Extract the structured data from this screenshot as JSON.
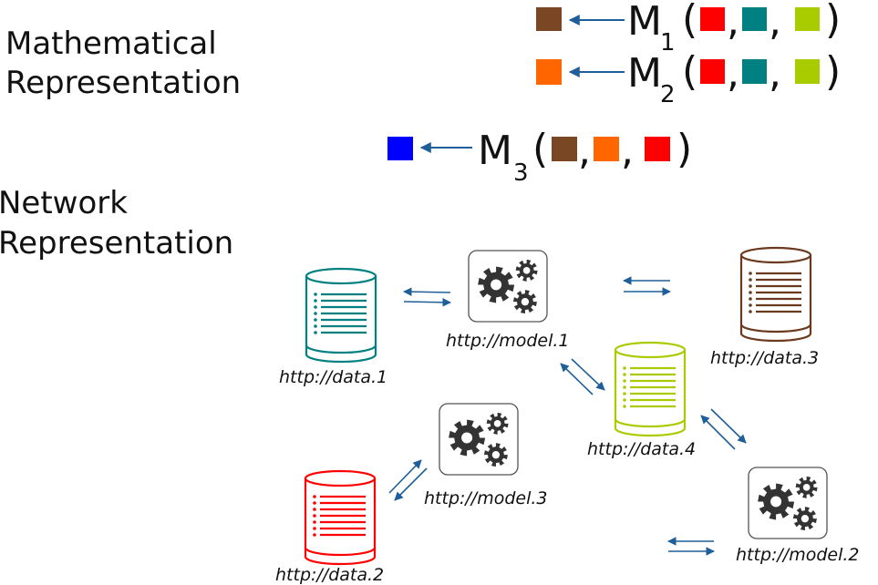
{
  "labels": {
    "math_line1": "Mathematical",
    "math_line2": "Representation",
    "net_line1": "Network",
    "net_line2": "Representation"
  },
  "colors": {
    "data1": "#008080",
    "data2": "#ff0000",
    "data3": "#6b3a1e",
    "data4": "#a8cc00",
    "output1": "#7a4724",
    "output2": "#ff6600",
    "output3": "#0000ff",
    "arrow": "#1f5f99",
    "gear": "#333333"
  },
  "equations": [
    {
      "model": "M",
      "index": "1",
      "output_color": "output1",
      "inputs": [
        "data2",
        "data1",
        "data4"
      ]
    },
    {
      "model": "M",
      "index": "2",
      "output_color": "output2",
      "inputs": [
        "data2",
        "data1",
        "data4"
      ]
    },
    {
      "model": "M",
      "index": "3",
      "output_color": "output3",
      "inputs": [
        "output1",
        "output2",
        "data2"
      ]
    }
  ],
  "nodes": {
    "data1": {
      "label": "http://data.1",
      "kind": "data",
      "color": "data1"
    },
    "data2": {
      "label": "http://data.2",
      "kind": "data",
      "color": "data2"
    },
    "data3": {
      "label": "http://data.3",
      "kind": "data",
      "color": "data3"
    },
    "data4": {
      "label": "http://data.4",
      "kind": "data",
      "color": "data4"
    },
    "model1": {
      "label": "http://model.1",
      "kind": "model"
    },
    "model2": {
      "label": "http://model.2",
      "kind": "model"
    },
    "model3": {
      "label": "http://model.3",
      "kind": "model"
    }
  }
}
